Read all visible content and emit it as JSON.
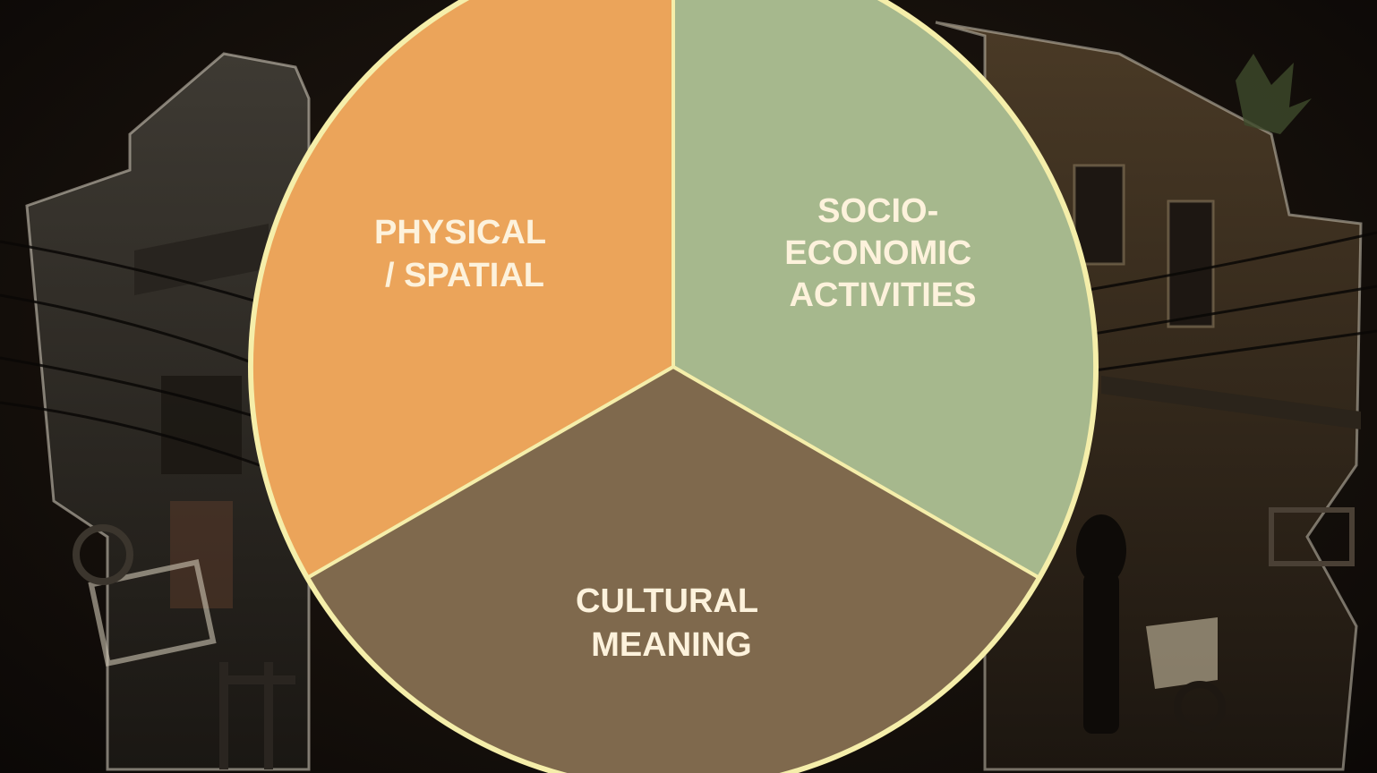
{
  "colors": {
    "background": "#120d09",
    "outline": "#f5eeaa",
    "text": "#fdf2dc"
  },
  "segments": [
    {
      "id": "physical-spatial",
      "lines": [
        "PHYSICAL",
        "/ SPATIAL"
      ],
      "color": "#eba45a"
    },
    {
      "id": "socio-economic",
      "lines": [
        "SOCIO-",
        "ECONOMIC",
        "ACTIVITIES"
      ],
      "color": "#a6b88d"
    },
    {
      "id": "cultural-meaning",
      "lines": [
        "CULTURAL",
        "MEANING"
      ],
      "color": "#7f694d"
    }
  ],
  "background_image": "dark photo collage of old shophouses, overhead wires and a street vendor pushing a cart"
}
